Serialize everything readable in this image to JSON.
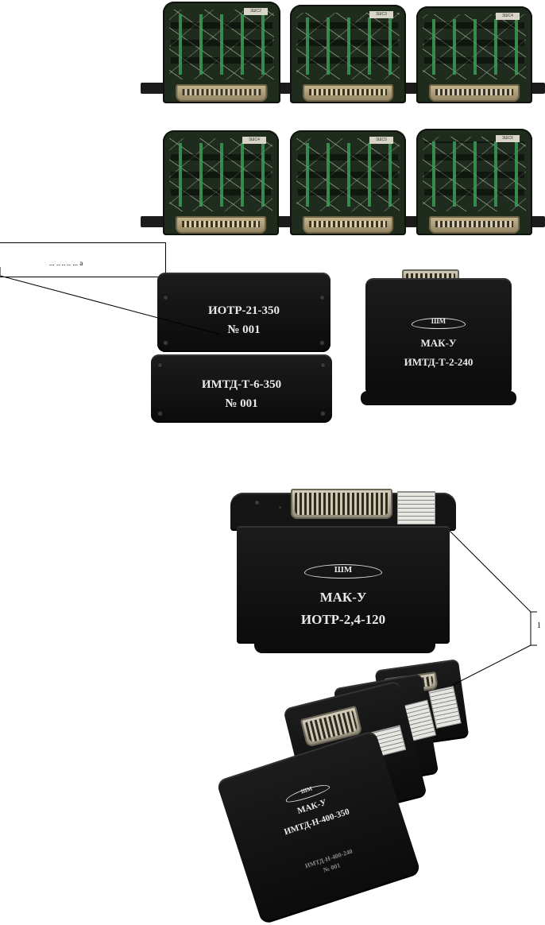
{
  "boards_row1": [
    {
      "label": "3ШС2"
    },
    {
      "label": "3ШС3"
    },
    {
      "label": "3ШС4"
    }
  ],
  "boards_row2": [
    {
      "label": "3ШС4"
    },
    {
      "label": "3ШС5"
    },
    {
      "label": "3ШС6"
    }
  ],
  "callout_top": {
    "text": "... .. .. .. ... а"
  },
  "module_iotr": {
    "line1": "ИОТР-21-350",
    "line2": "№ 001"
  },
  "module_imtd": {
    "line1": "ИМТД-Т-6-350",
    "line2": "№ 001"
  },
  "module_mak_small": {
    "logo": "ШМ",
    "line1": "МАК-У",
    "line2": "ИМТД-Т-2-240"
  },
  "module_mak_large": {
    "logo": "ШМ",
    "line1": "МАК-У",
    "line2": "ИОТР-2,4-120"
  },
  "stack_front": {
    "logo": "ШМ",
    "line1": "МАК-У",
    "line2": "ИМТД-Н-400-350",
    "line3": "ИМТД-Н-400-240",
    "line4": "№ 001"
  },
  "callout_right": {
    "text": "1"
  }
}
